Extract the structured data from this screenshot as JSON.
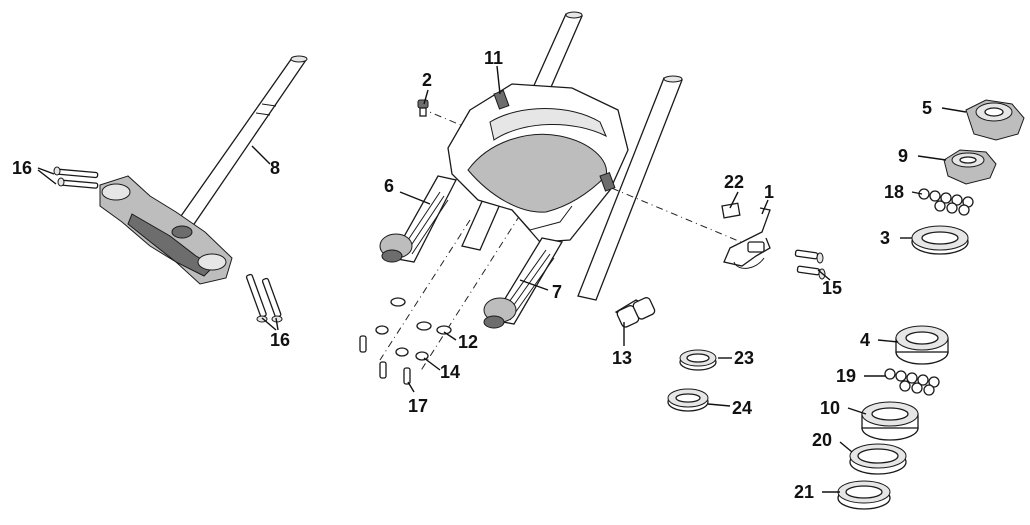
{
  "diagram": {
    "labels": {
      "p1": "1",
      "p2": "2",
      "p3": "3",
      "p4": "4",
      "p5": "5",
      "p6": "6",
      "p7": "7",
      "p8": "8",
      "p9": "9",
      "p10": "10",
      "p11": "11",
      "p12": "12",
      "p13": "13",
      "p14": "14",
      "p15": "15",
      "p16a": "16",
      "p16b": "16",
      "p17": "17",
      "p18": "18",
      "p19": "19",
      "p20": "20",
      "p21": "21",
      "p22": "22",
      "p23": "23",
      "p24": "24"
    }
  }
}
